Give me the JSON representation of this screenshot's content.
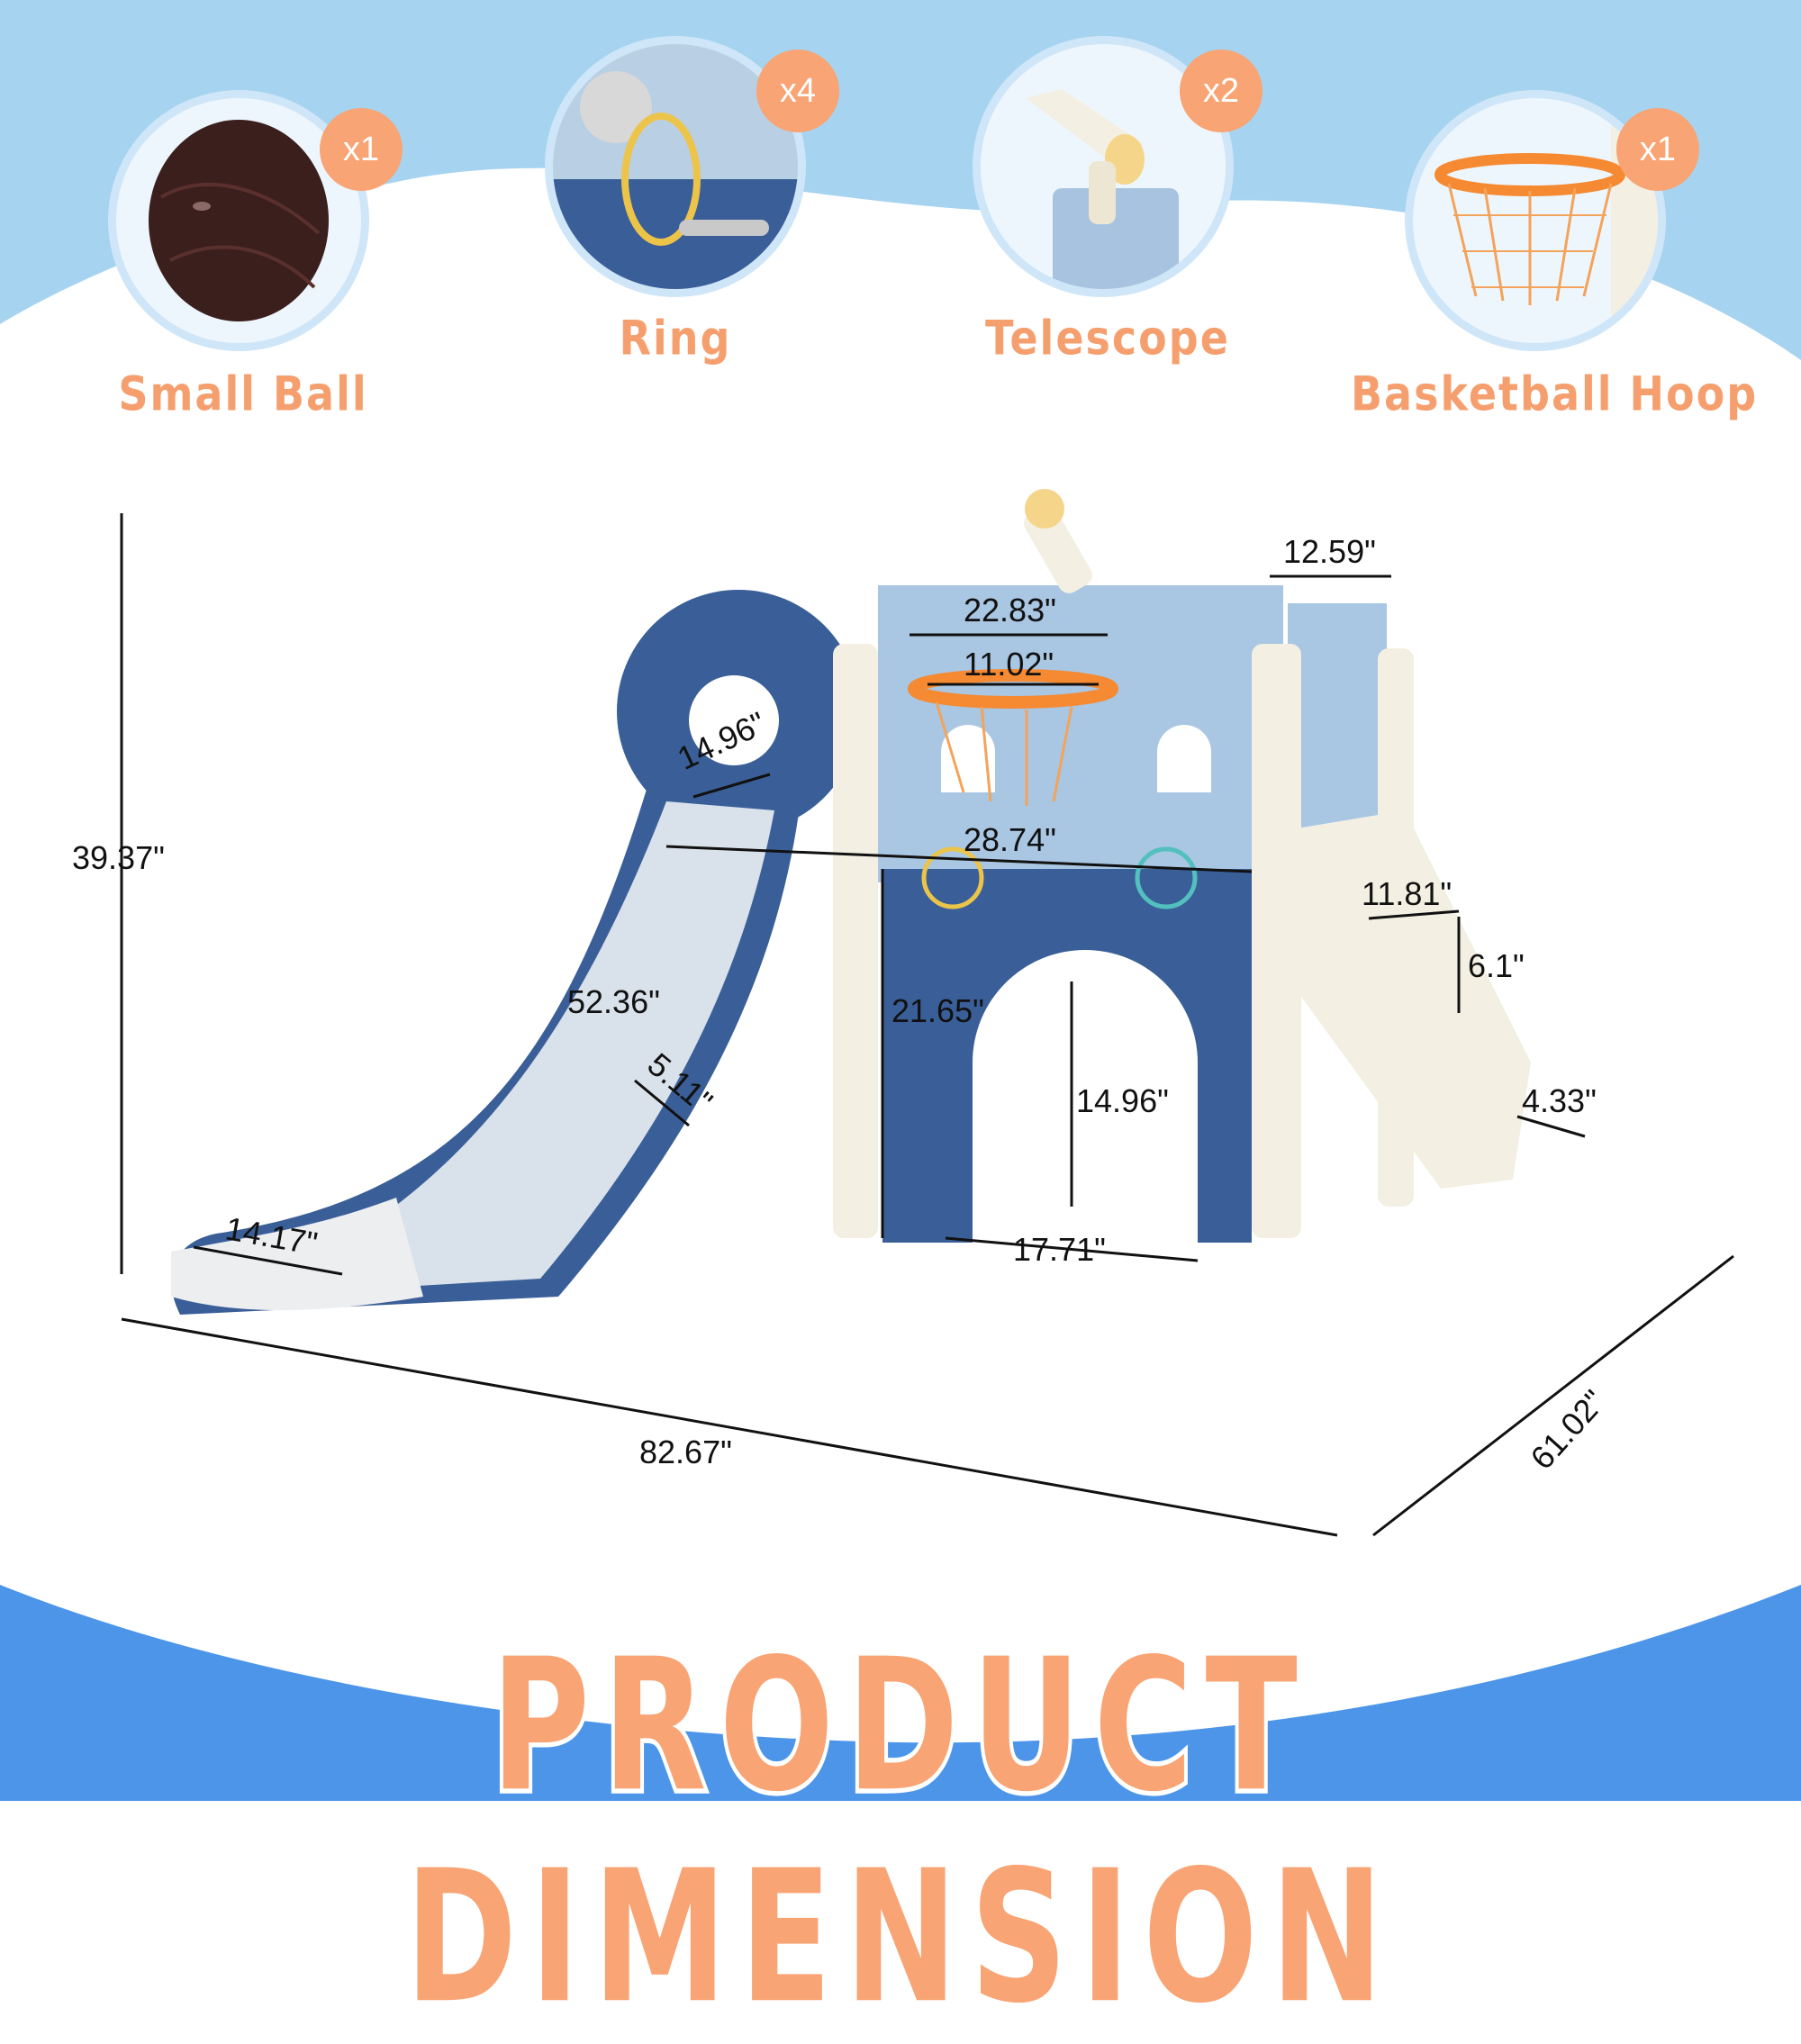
{
  "colors": {
    "sky_blue": "#a6d4f0",
    "bottom_blue": "#4d95e9",
    "accent_orange": "#f8a474",
    "navy_blue": "#3a5f98",
    "light_blue": "#a9c6e2",
    "cream": "#f3efe2"
  },
  "accessories": [
    {
      "label": "Small Ball",
      "quantity": "x1",
      "icon": "basketball-icon"
    },
    {
      "label": "Ring",
      "quantity": "x4",
      "icon": "ring-icon"
    },
    {
      "label": "Telescope",
      "quantity": "x2",
      "icon": "telescope-icon"
    },
    {
      "label": "Basketball Hoop",
      "quantity": "x1",
      "icon": "basketball-hoop-icon"
    }
  ],
  "dimensions": {
    "overall_height": "39.37\"",
    "overall_length": "82.67\"",
    "overall_depth": "61.02\"",
    "top_panel_width": "22.83\"",
    "hoop_diameter": "11.02\"",
    "tower_depth": "12.59\"",
    "porthole_diameter": "14.96\"",
    "platform_length": "28.74\"",
    "slide_length": "52.36\"",
    "slide_rail_height": "5.11\"",
    "slide_width": "14.17\"",
    "platform_height": "21.65\"",
    "tunnel_height": "14.96\"",
    "tunnel_width": "17.71\"",
    "step_width": "11.81\"",
    "step_spacing": "6.1\"",
    "step_depth": "4.33\""
  },
  "title": "PRODUCT DIMENSION"
}
